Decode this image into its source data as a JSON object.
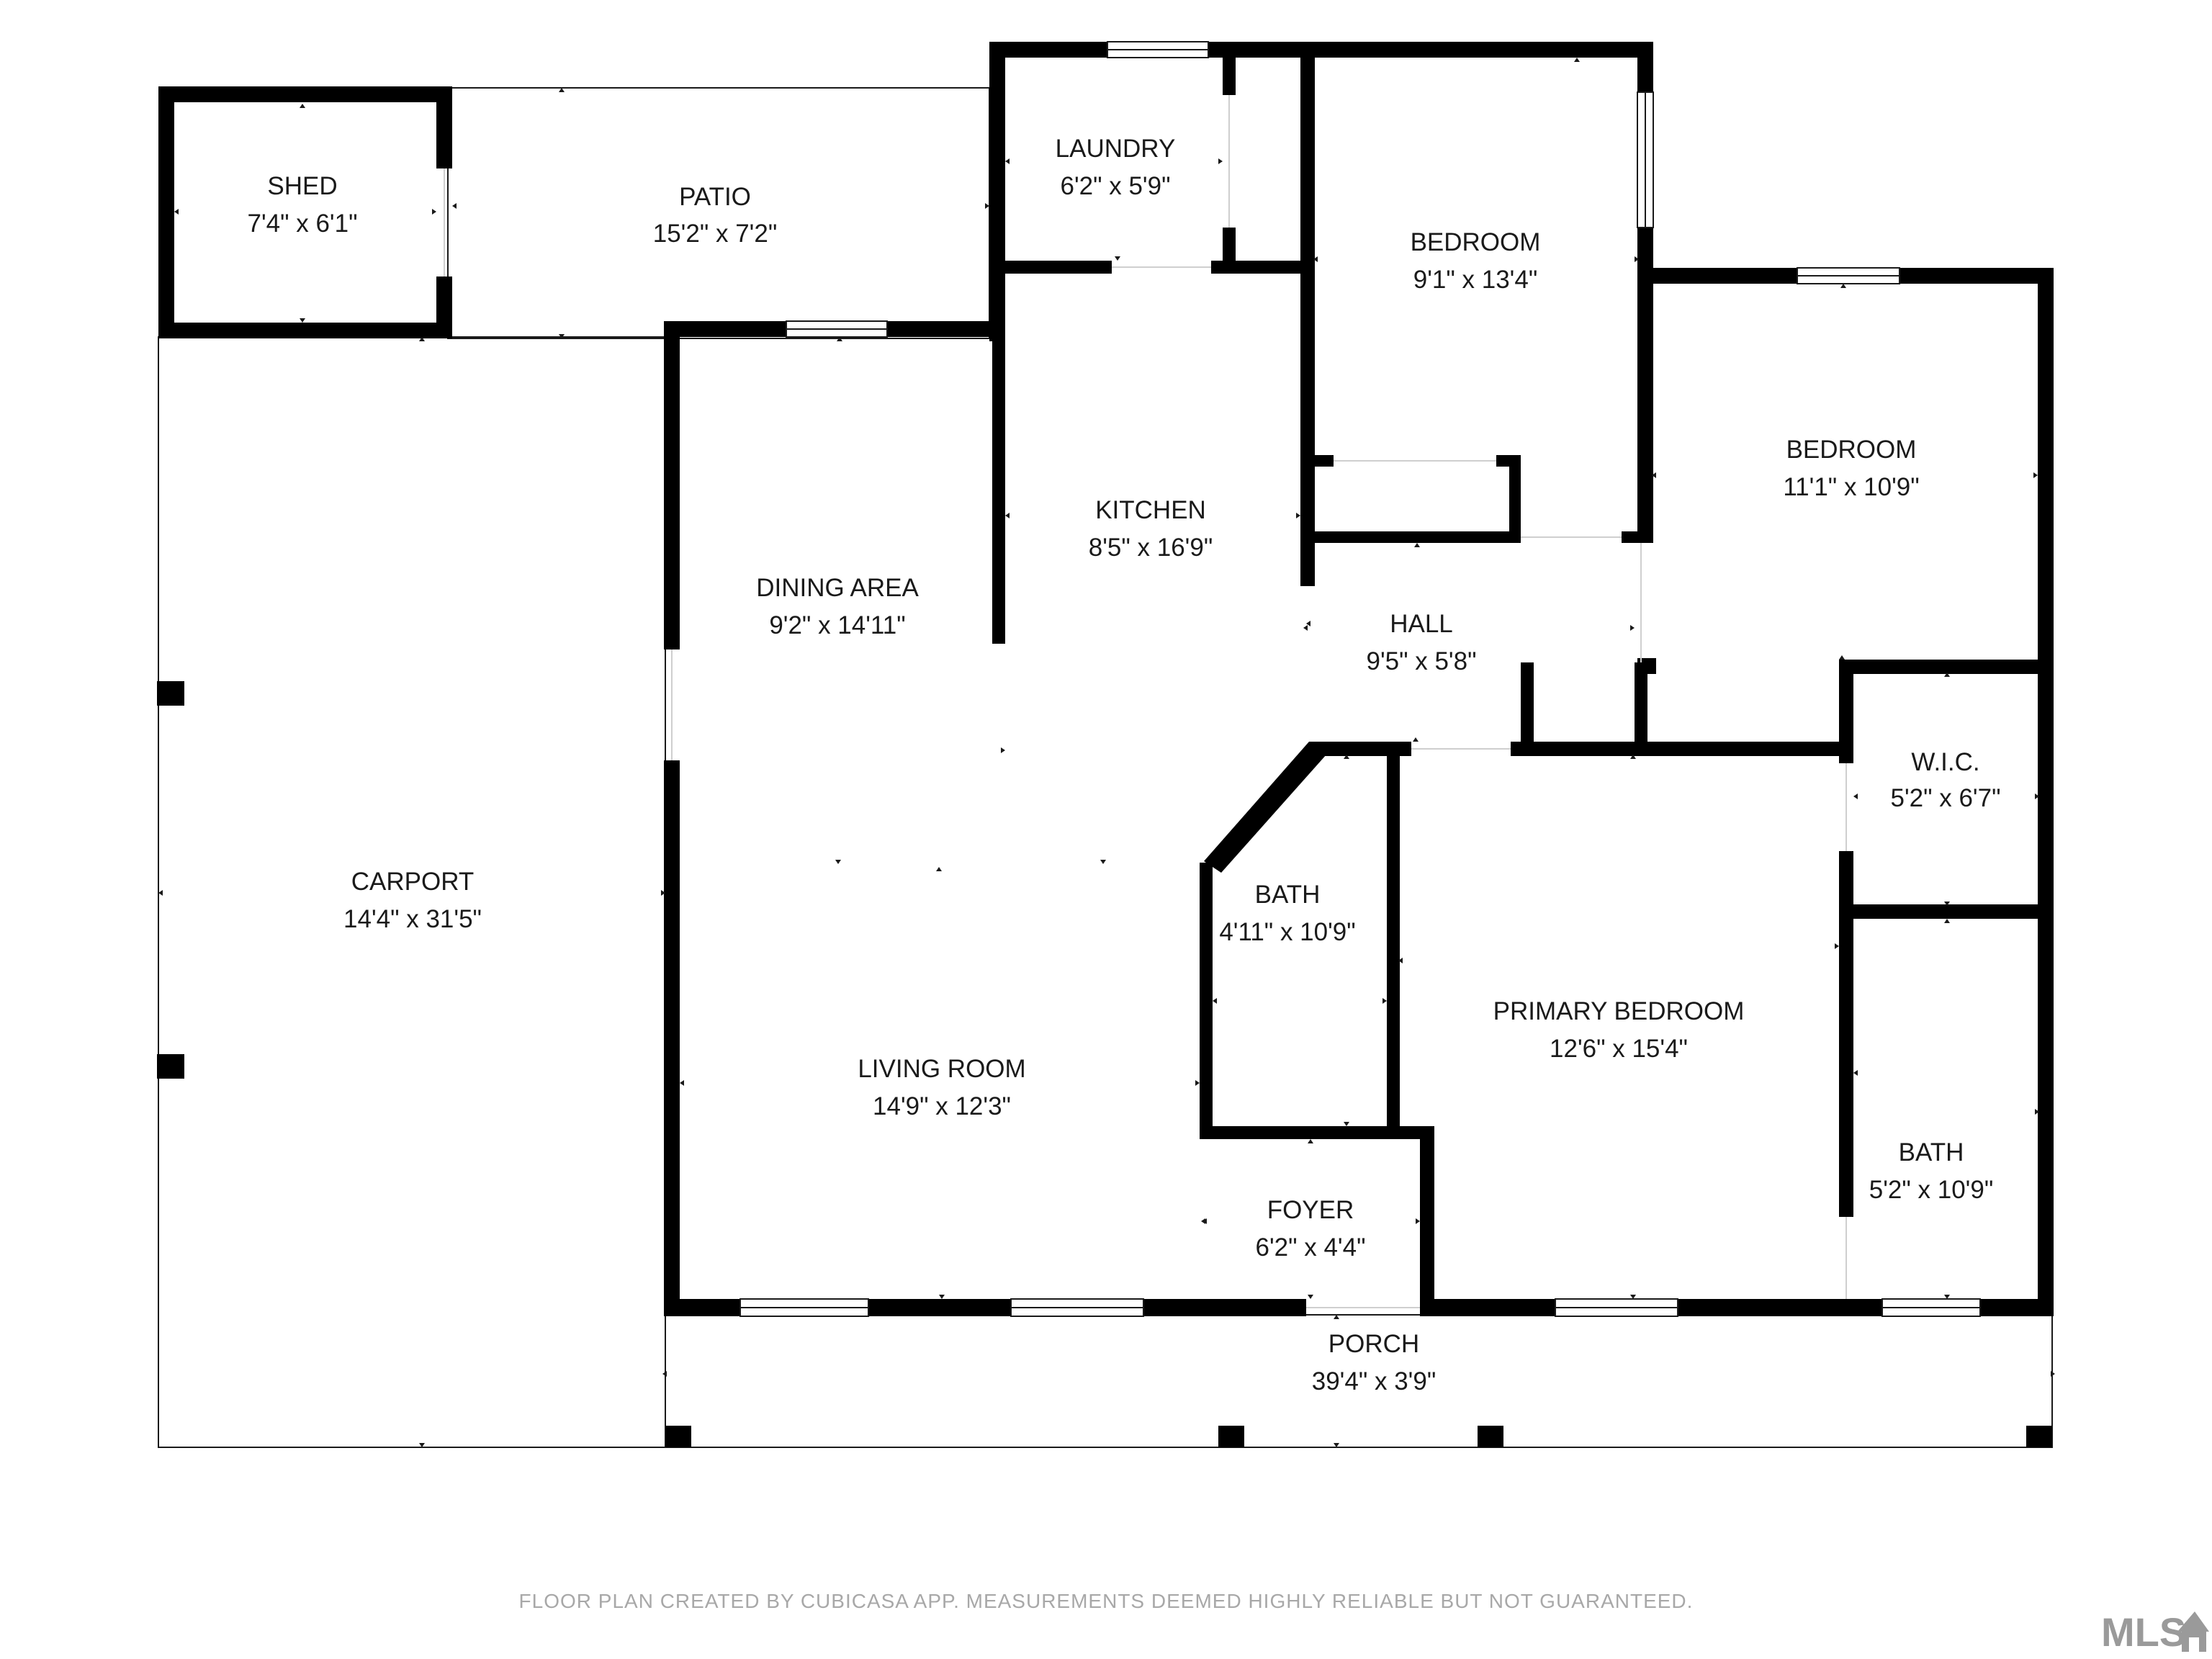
{
  "rooms": {
    "shed": {
      "name": "SHED",
      "dim": "7'4\" x 6'1\""
    },
    "patio": {
      "name": "PATIO",
      "dim": "15'2\" x 7'2\""
    },
    "laundry": {
      "name": "LAUNDRY",
      "dim": "6'2\" x 5'9\""
    },
    "bedroom2": {
      "name": "BEDROOM",
      "dim": "9'1\" x 13'4\""
    },
    "bedroom3": {
      "name": "BEDROOM",
      "dim": "11'1\" x 10'9\""
    },
    "kitchen": {
      "name": "KITCHEN",
      "dim": "8'5\" x 16'9\""
    },
    "dining": {
      "name": "DINING AREA",
      "dim": "9'2\" x 14'11\""
    },
    "hall": {
      "name": "HALL",
      "dim": "9'5\" x 5'8\""
    },
    "wic": {
      "name": "W.I.C.",
      "dim": "5'2\" x 6'7\""
    },
    "carport": {
      "name": "CARPORT",
      "dim": "14'4\" x 31'5\""
    },
    "bath1": {
      "name": "BATH",
      "dim": "4'11\" x 10'9\""
    },
    "primary": {
      "name": "PRIMARY BEDROOM",
      "dim": "12'6\" x 15'4\""
    },
    "living": {
      "name": "LIVING ROOM",
      "dim": "14'9\" x 12'3\""
    },
    "bath2": {
      "name": "BATH",
      "dim": "5'2\" x 10'9\""
    },
    "foyer": {
      "name": "FOYER",
      "dim": "6'2\" x 4'4\""
    },
    "porch": {
      "name": "PORCH",
      "dim": "39'4\" x 3'9\""
    }
  },
  "footer": {
    "text": "FLOOR PLAN CREATED BY CUBICASA APP. MEASUREMENTS DEEMED HIGHLY RELIABLE BUT NOT GUARANTEED."
  },
  "logo": {
    "text": "MLS"
  },
  "colors": {
    "wall": "#000000",
    "thin_line": "#1a1a1a",
    "footer_text": "#a8a8a8",
    "logo": "#9a9a9a"
  }
}
